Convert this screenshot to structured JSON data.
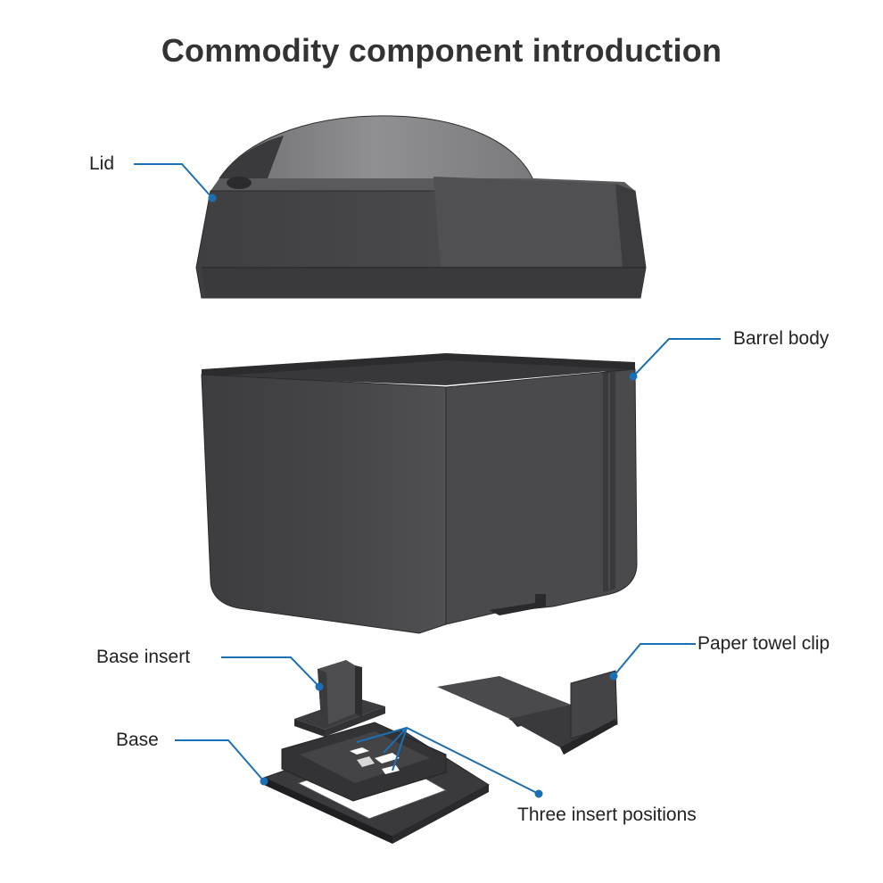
{
  "title": "Commodity component introduction",
  "labels": {
    "lid": "Lid",
    "barrel_body": "Barrel body",
    "base_insert": "Base insert",
    "paper_towel_clip": "Paper towel clip",
    "base": "Base",
    "three_insert_positions": "Three insert positions"
  },
  "colors": {
    "callout": "#1a6fb5",
    "body_dark": "#3a3a3c",
    "body_mid": "#4c4c4e",
    "body_light": "#6a6a6c",
    "lid_top": "#8a8a8a"
  }
}
